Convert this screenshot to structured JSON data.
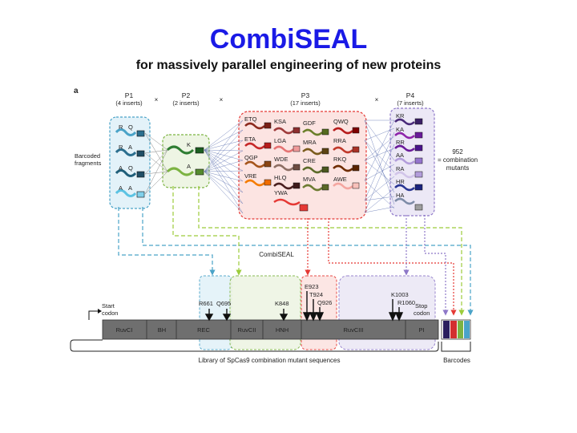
{
  "title": "CombiSEAL",
  "subtitle": "for massively parallel engineering of new proteins",
  "panel_label": "a",
  "pools": [
    {
      "name": "P1",
      "inserts": "(4 inserts)",
      "color": "#4aa3c8"
    },
    {
      "name": "P2",
      "inserts": "(2 inserts)",
      "color": "#7cb342"
    },
    {
      "name": "P3",
      "inserts": "(17 inserts)",
      "color": "#e53935"
    },
    {
      "name": "P4",
      "inserts": "(7 inserts)",
      "color": "#8e78c8"
    }
  ],
  "times": "×",
  "barcoded_label_1": "Barcoded",
  "barcoded_label_2": "fragments",
  "p1_letters": [
    [
      "R",
      "Q"
    ],
    [
      "R",
      "A"
    ],
    [
      "A",
      "Q"
    ],
    [
      "A",
      "A"
    ]
  ],
  "p2_letters": [
    "K",
    "A"
  ],
  "p3_labels": [
    "ETQ",
    "KSA",
    "GDF",
    "QWQ",
    "ETA",
    "LGA",
    "MRA",
    "RRA",
    "QGP",
    "WDE",
    "CRE",
    "RKQ",
    "VRE",
    "HLQ",
    "MVA",
    "AWE",
    "YWA"
  ],
  "p4_labels": [
    "KR",
    "KA",
    "RR",
    "AA",
    "RA",
    "HR",
    "HA"
  ],
  "combination_count": "952",
  "combination_text_1": "= combination",
  "combination_text_2": "mutants",
  "combiseal_label": "CombiSEAL",
  "mutations": [
    "R661",
    "Q695",
    "K848",
    "E923",
    "T924",
    "Q926",
    "K1003",
    "R1060"
  ],
  "start_codon_1": "Start",
  "start_codon_2": "codon",
  "stop_codon_1": "Stop",
  "stop_codon_2": "codon",
  "domains": [
    "RuvCI",
    "BH",
    "REC",
    "RuvCII",
    "HNH",
    "RuvCIII",
    "PI"
  ],
  "library_label": "Library of SpCas9 combination mutant sequences",
  "barcodes_label": "Barcodes",
  "colors": {
    "title": "#1a1ae6",
    "p1_fill": "#e3f2f9",
    "p2_fill": "#eef5e4",
    "p3_fill": "#fce4e2",
    "p4_fill": "#ece8f6",
    "gene_bar": "#6f6f6f"
  }
}
